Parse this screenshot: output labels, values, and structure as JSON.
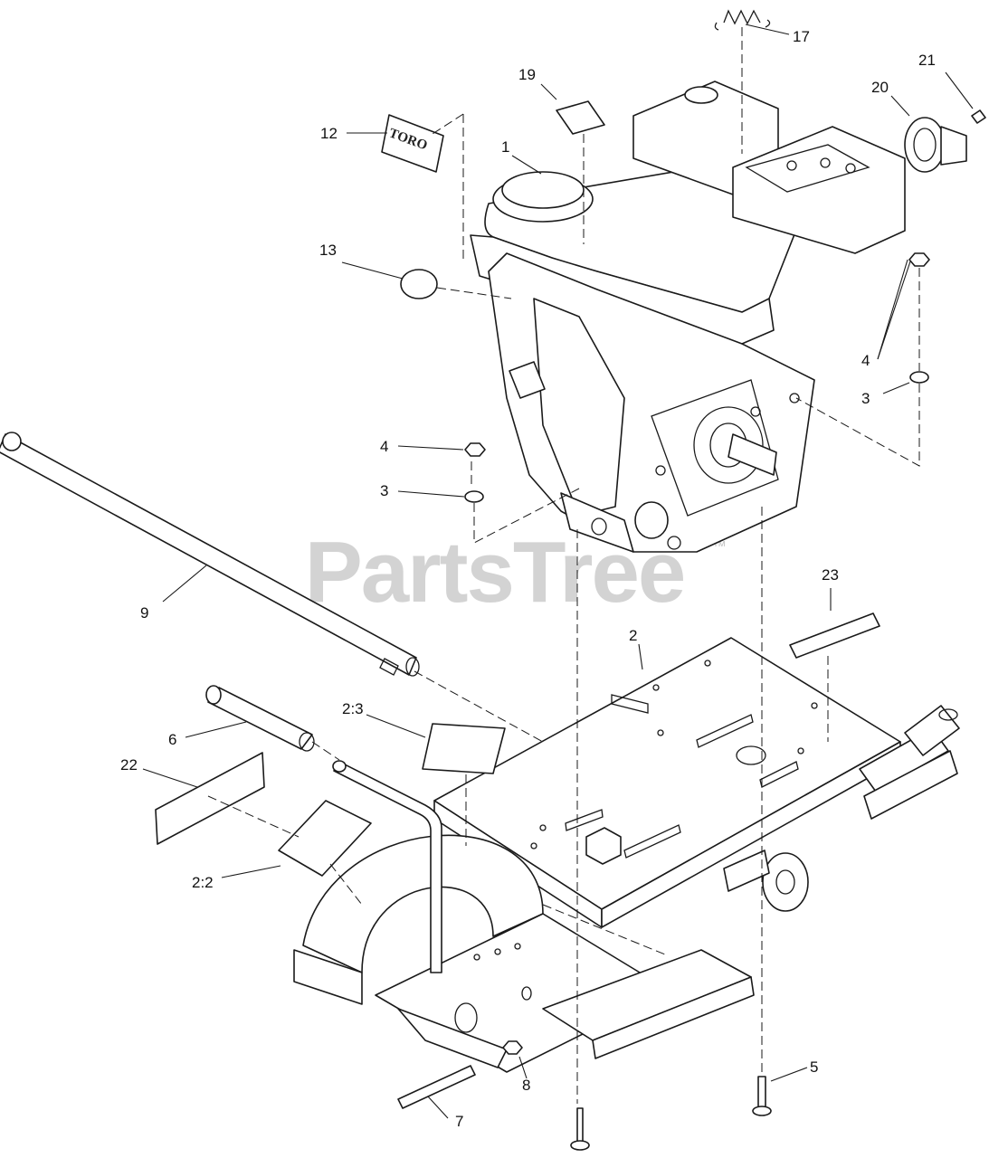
{
  "watermark": {
    "text": "PartsTree",
    "tm": "™"
  },
  "decals": {
    "brand": "TORO"
  },
  "callouts": {
    "c1": "1",
    "c2": "2",
    "c2_2": "2:2",
    "c2_3": "2:3",
    "c3a": "3",
    "c3b": "3",
    "c4a": "4",
    "c4b": "4",
    "c5": "5",
    "c6": "6",
    "c7": "7",
    "c8": "8",
    "c9": "9",
    "c12": "12",
    "c13": "13",
    "c17": "17",
    "c19": "19",
    "c20": "20",
    "c21": "21",
    "c22": "22",
    "c23": "23"
  }
}
